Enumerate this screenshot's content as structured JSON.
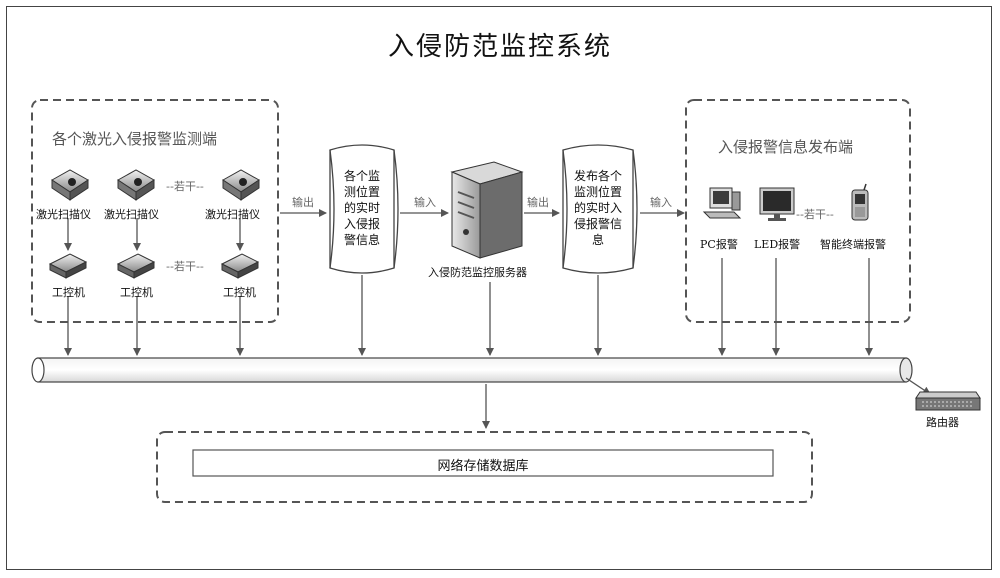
{
  "diagram": {
    "title": "入侵防范监控系统",
    "left_group": {
      "title": "各个激光入侵报警监测端",
      "scanners": [
        "激光扫描仪",
        "激光扫描仪",
        "激光扫描仪"
      ],
      "computers": [
        "工控机",
        "工控机",
        "工控机"
      ],
      "ellipsis_top": "--若干--",
      "ellipsis_bottom": "--若干--"
    },
    "arrow_labels": {
      "out1": "输出",
      "in1": "输入",
      "out2": "输出",
      "in2": "输入"
    },
    "cyl1_lines": [
      "各个监",
      "测位置",
      "的实时",
      "入侵报",
      "警信息"
    ],
    "server_label": "入侵防范监控服务器",
    "cyl2_lines": [
      "发布各个",
      "监测位置",
      "的实时入",
      "侵报警信",
      "息"
    ],
    "right_group": {
      "title": "入侵报警信息发布端",
      "pc": "PC报警",
      "led": "LED报警",
      "ellipsis": "--若干--",
      "mobile": "智能终端报警"
    },
    "router_label": "路由器",
    "database_label": "网络存储数据库"
  }
}
